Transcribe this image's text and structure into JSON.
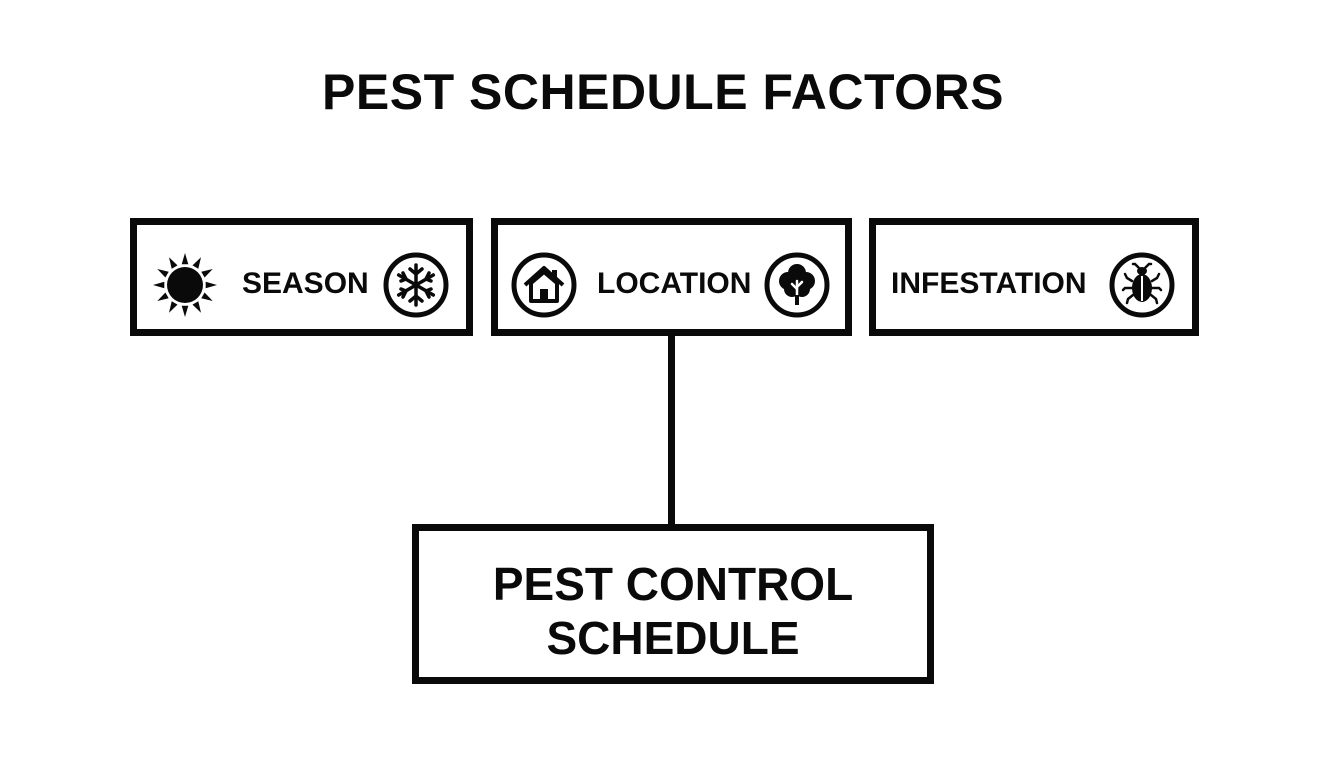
{
  "title": "PEST SCHEDULE FACTORS",
  "factors": [
    {
      "label": "SEASON",
      "icons": [
        "sun-icon",
        "snowflake-icon"
      ]
    },
    {
      "label": "LOCATION",
      "icons": [
        "house-icon",
        "tree-icon"
      ]
    },
    {
      "label": "INFESTATION",
      "icons": [
        "bug-icon"
      ]
    }
  ],
  "result": {
    "line1": "PEST CONTROL",
    "line2": "SCHEDULE"
  },
  "colors": {
    "ink": "#0a0a0a",
    "background": "#ffffff"
  }
}
